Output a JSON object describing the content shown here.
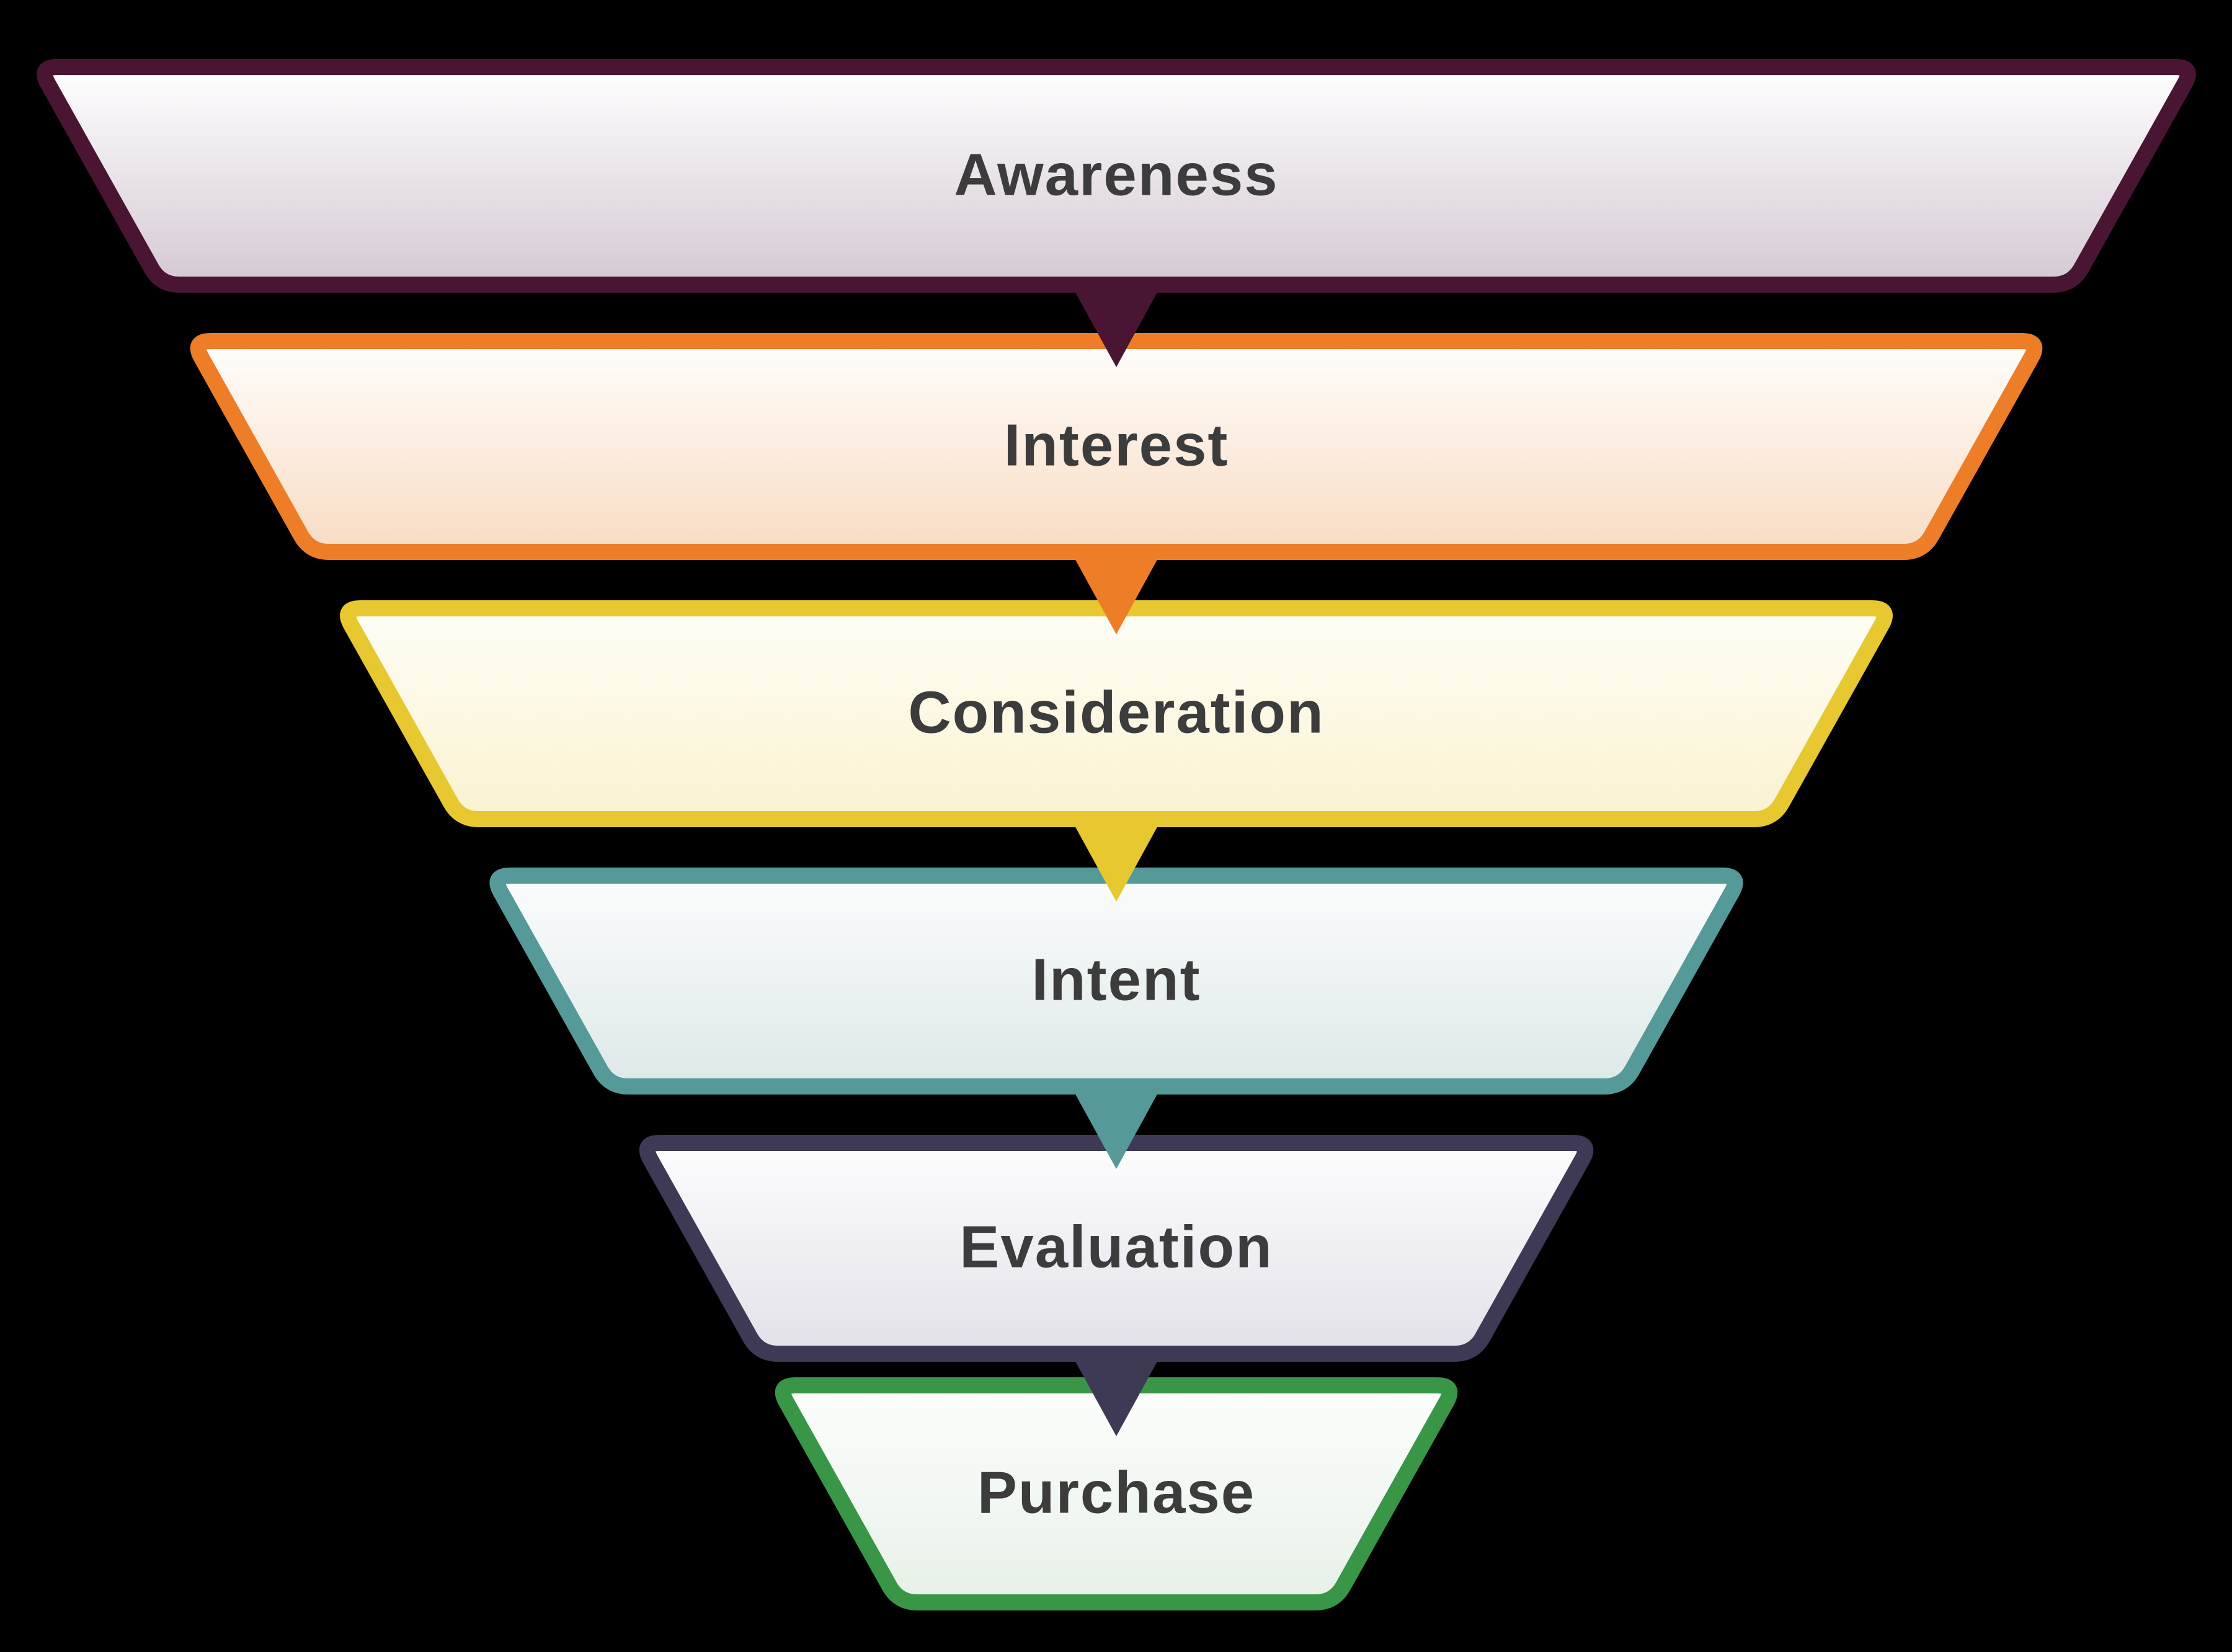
{
  "diagram": {
    "name": "marketing-funnel",
    "background_color": "#000000",
    "label_color": "#3d3c3d",
    "stages": [
      {
        "label": "Awareness",
        "border_color": "#4a1533",
        "fill_top": "#ffffff",
        "fill_bottom": "#d4c9d3"
      },
      {
        "label": "Interest",
        "border_color": "#ee7d28",
        "fill_top": "#fffefc",
        "fill_bottom": "#f8dcc3"
      },
      {
        "label": "Consideration",
        "border_color": "#e8c831",
        "fill_top": "#fffef7",
        "fill_bottom": "#faf3d0"
      },
      {
        "label": "Intent",
        "border_color": "#559a99",
        "fill_top": "#fcfdfd",
        "fill_bottom": "#dde8e8"
      },
      {
        "label": "Evaluation",
        "border_color": "#3e3a56",
        "fill_top": "#fdfdfe",
        "fill_bottom": "#e2e1e9"
      },
      {
        "label": "Purchase",
        "border_color": "#399647",
        "fill_top": "#fdfefd",
        "fill_bottom": "#e7f1e8"
      }
    ]
  }
}
